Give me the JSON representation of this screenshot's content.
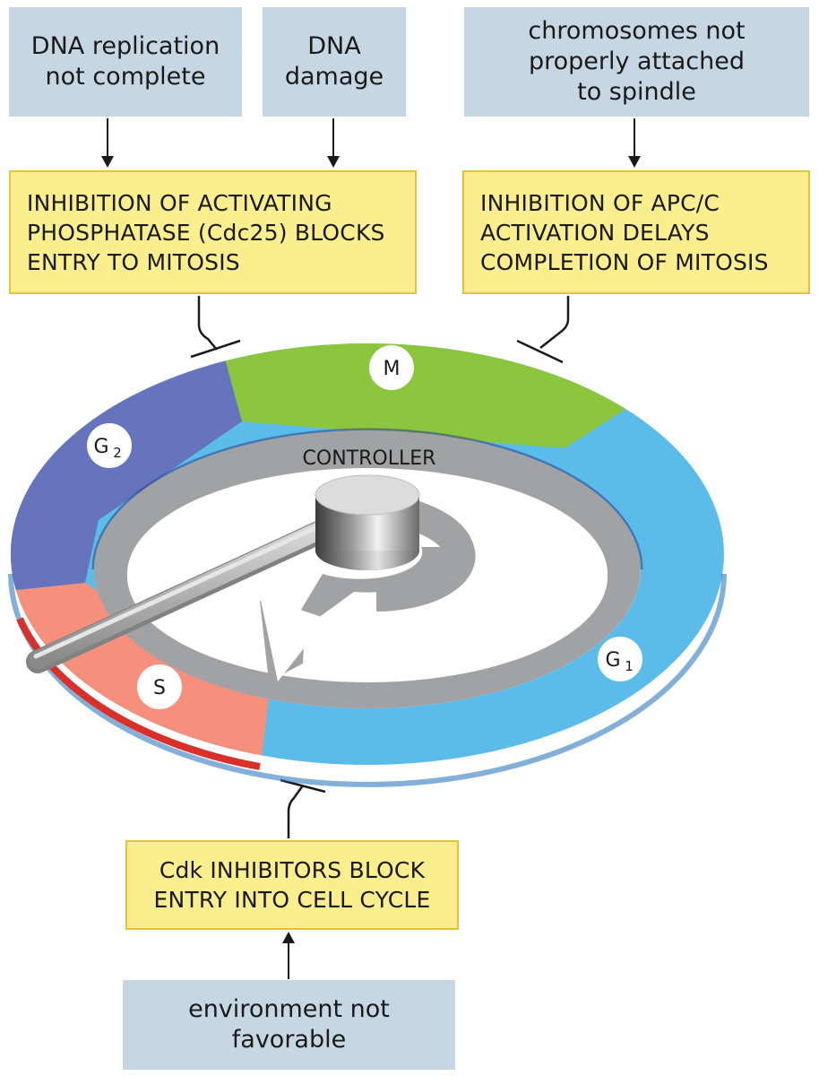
{
  "top_signals": {
    "left": [
      "DNA replication",
      "not complete"
    ],
    "middle": [
      "DNA",
      "damage"
    ],
    "right": [
      "chromosomes not",
      "properly attached",
      "to spindle"
    ]
  },
  "checkpoints": {
    "g2m": [
      "INHIBITION OF ACTIVATING",
      "PHOSPHATASE (Cdc25) BLOCKS",
      "ENTRY TO MITOSIS"
    ],
    "metaphase": [
      "INHIBITION OF APC/C",
      "ACTIVATION DELAYS",
      "COMPLETION OF MITOSIS"
    ],
    "g1": [
      "Cdk INHIBITORS BLOCK",
      "ENTRY INTO CELL CYCLE"
    ]
  },
  "bottom_signal": [
    "environment not",
    "favorable"
  ],
  "controller_label": "CONTROLLER",
  "phases": {
    "m": "M",
    "g2": "G",
    "g2_sub": "2",
    "s": "S",
    "g1": "G",
    "g1_sub": "1"
  },
  "colors": {
    "m": "#8cc63f",
    "g1": "#5bbcea",
    "s": "#f4907b",
    "g2": "#6673bd",
    "signal_box": "#c6d7e3",
    "checkpoint_box": "#faee8e"
  }
}
